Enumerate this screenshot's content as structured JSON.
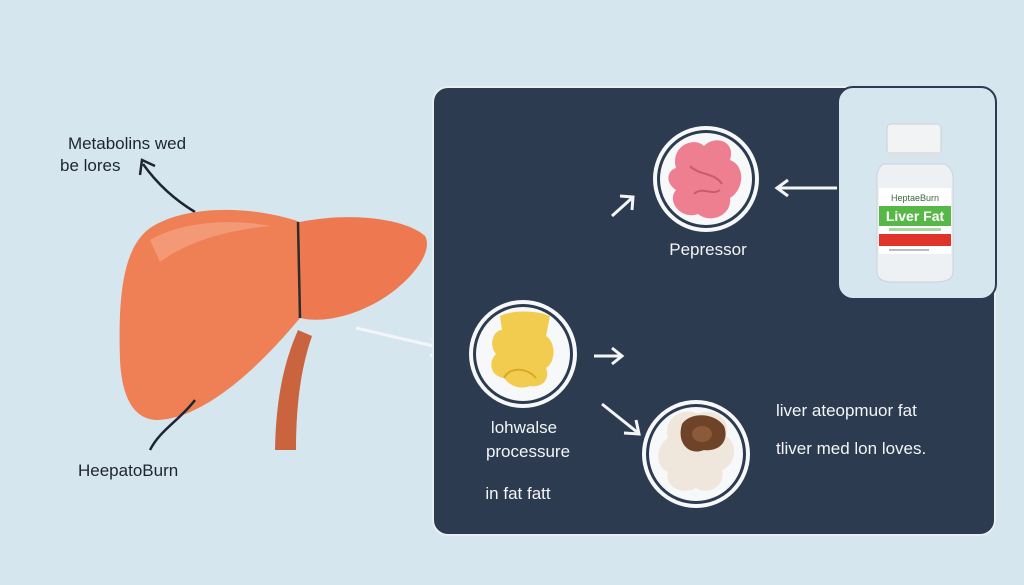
{
  "left": {
    "top_label_line1": "Metabolins wed",
    "top_label_line2": "be lores",
    "bottom_label": "HeepatoBurn"
  },
  "panel": {
    "node_top_label": "Pepressor",
    "node_mid_label_line1": "lohwalse",
    "node_mid_label_line2": "processure",
    "node_mid_label_line3": "in fat fatt",
    "right_text_line1": "liver ateopmuor fat",
    "right_text_line2": "tliver med lon loves."
  },
  "product": {
    "brand": "HeptaeBurn",
    "name": "Liver Fat"
  },
  "colors": {
    "background": "#d6e6ef",
    "panel": "#2c3b4f",
    "liver": "#ef7f55",
    "vessel": "#c9643f",
    "tissue_pink": "#ee7f90",
    "fat_yellow": "#f2cc4f",
    "bottle_green": "#58b847",
    "bottle_red": "#e0332a"
  }
}
